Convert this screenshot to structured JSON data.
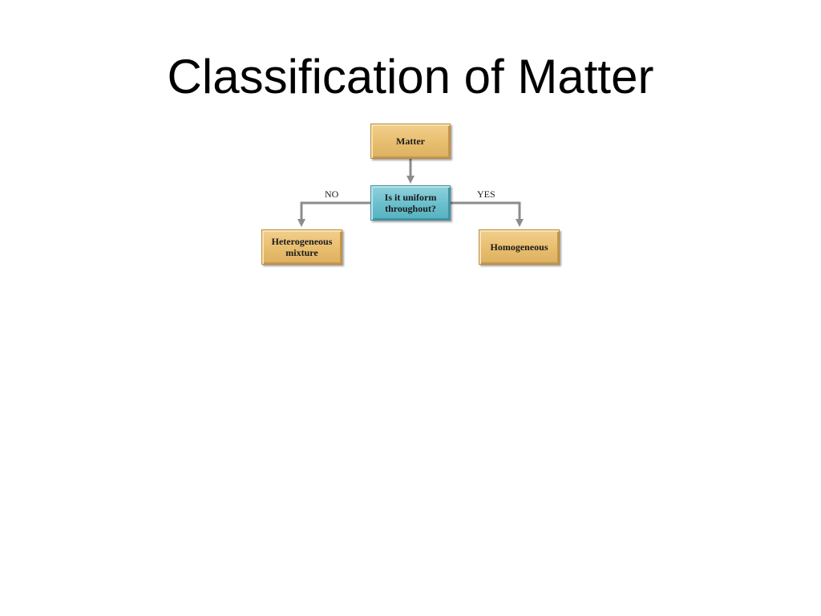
{
  "slide": {
    "title": "Classification of Matter"
  },
  "diagram": {
    "nodes": {
      "matter": "Matter",
      "question": "Is it uniform\nthroughout?",
      "heterogeneous": "Heterogeneous\nmixture",
      "homogeneous": "Homogeneous"
    },
    "branches": {
      "no": "NO",
      "yes": "YES"
    },
    "colors": {
      "node_gold": "#e8bd6d",
      "node_teal": "#69bfcc",
      "connector": "#8c8c8c"
    }
  }
}
